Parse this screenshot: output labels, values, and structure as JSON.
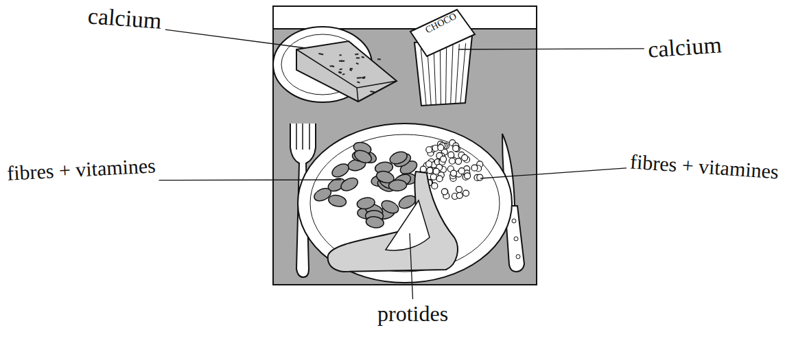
{
  "diagram": {
    "labels": [
      "calcium",
      "CHOCO",
      "calcium",
      "fibres + vitamines",
      "fibres + vitamines",
      "protides"
    ]
  }
}
